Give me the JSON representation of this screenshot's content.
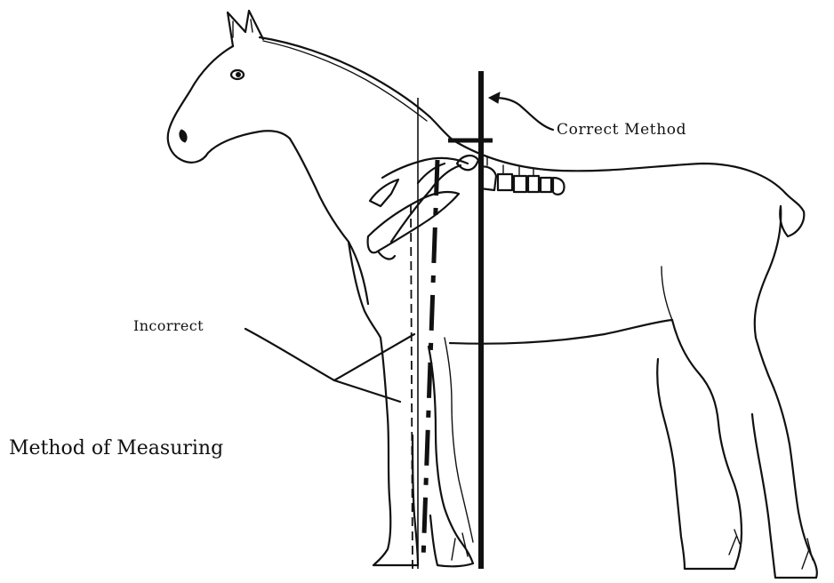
{
  "labels": {
    "correct": "Correct Method",
    "incorrect": "Incorrect",
    "caption": "Method of Measuring"
  },
  "colors": {
    "ink": "#111111",
    "background": "#ffffff"
  }
}
